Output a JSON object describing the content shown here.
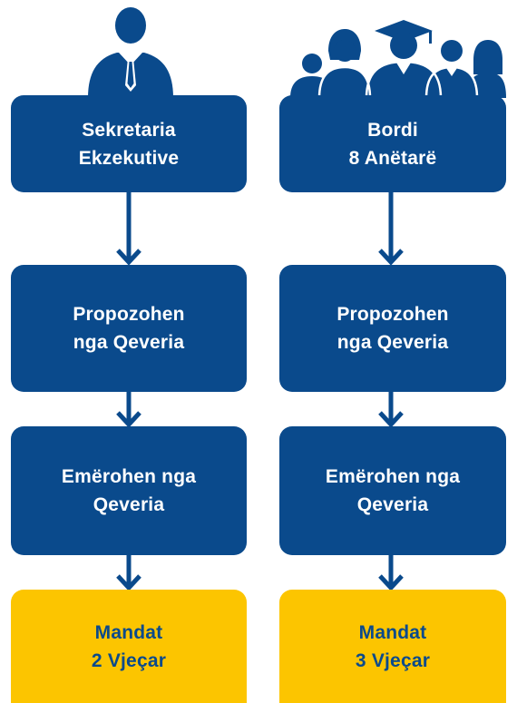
{
  "colors": {
    "primary_blue": "#0a4a8c",
    "accent_yellow": "#fcc500",
    "text_light": "#ffffff"
  },
  "left_column": {
    "icon": "single-person-icon",
    "header": {
      "line1": "Sekretaria",
      "line2": "Ekzekutive"
    },
    "proposed": {
      "line1": "Propozohen",
      "line2": "nga Qeveria"
    },
    "appointed": {
      "line1": "Emërohen nga",
      "line2": "Qeveria"
    },
    "mandate": {
      "line1": "Mandat",
      "line2": "2 Vjeçar"
    }
  },
  "right_column": {
    "icon": "group-people-icon",
    "header": {
      "line1": "Bordi",
      "line2": "8 Anëtarë"
    },
    "proposed": {
      "line1": "Propozohen",
      "line2": "nga Qeveria"
    },
    "appointed": {
      "line1": "Emërohen nga",
      "line2": "Qeveria"
    },
    "mandate": {
      "line1": "Mandat",
      "line2": "3 Vjeçar"
    }
  }
}
